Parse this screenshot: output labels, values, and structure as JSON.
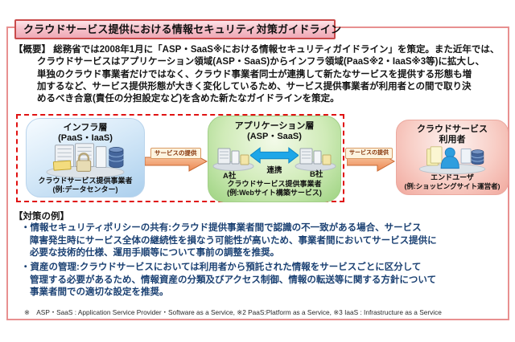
{
  "title": "クラウドサービス提供における情報セキュリティ対策ガイドライン",
  "overview": {
    "lines": [
      "【概要】 総務省では2008年1月に「ASP・SaaS※における情報セキュリティガイドライン」を策定。また近年では、",
      "クラウドサービスはアプリケーション領域(ASP・SaaS)からインフラ領域(PaaS※2・IaaS※3等)に拡大し、",
      "単独のクラウド事業者だけではなく、クラウド事業者同士が連携して新たなサービスを提供する形態も増",
      "加するなど、サービス提供形態が大きく変化しているため、サービス提供事業者が利用者との間で取り決",
      "めるべき合意(責任の分担設定など)を含めた新たなガイドラインを策定。"
    ]
  },
  "diagram": {
    "infra_box": {
      "title": "インフラ層",
      "subtitle": "(PaaS・IaaS)",
      "label": "クラウドサービス提供事業者",
      "example": "(例:データセンター)"
    },
    "app_box": {
      "title": "アプリケーション層",
      "subtitle": "(ASP・SaaS)",
      "company_a": "A社",
      "company_b": "B社",
      "link_label": "連携",
      "label": "クラウドサービス提供事業者",
      "example": "(例:Webサイト構築サービス)"
    },
    "user_box": {
      "title_line1": "クラウドサービス",
      "title_line2": "利用者",
      "label": "エンドユーザ",
      "example": "(例:ショッピングサイト運営者)"
    },
    "arrow1_label": "サービスの提供",
    "arrow2_label": "サービスの提供"
  },
  "measures": {
    "header": "【対策の例】",
    "bullet1_lines": [
      "・情報セキュリティポリシーの共有:クラウド提供事業者間で認識の不一致がある場合、サービス",
      "障害発生時にサービス全体の継続性を損なう可能性が高いため、事業者間においてサービス提供に",
      "必要な技術的仕様、運用手順等について事前の調整を推奨。"
    ],
    "bullet2_lines": [
      "・資産の管理:クラウドサービスにおいては利用者から預託された情報をサービスごとに区分して",
      "管理する必要があるため、情報資産の分類及びアクセス制御、情報の転送等に関する方針について",
      "事業者間での適切な設定を推奨。"
    ]
  },
  "footnote": "※　ASP・SaaS : Application Service Provider・Software as a Service, ※2 PaaS:Platform as a Service, ※3 IaaS : Infrastructure as a Service",
  "colors": {
    "frame_border": "#e89090",
    "title_border": "#c94b4b",
    "dashed_border": "#e01212",
    "measures_text": "#1b4173",
    "arrow_fill": "#ec8852",
    "link_arrow_fill": "#1ea7e8"
  }
}
